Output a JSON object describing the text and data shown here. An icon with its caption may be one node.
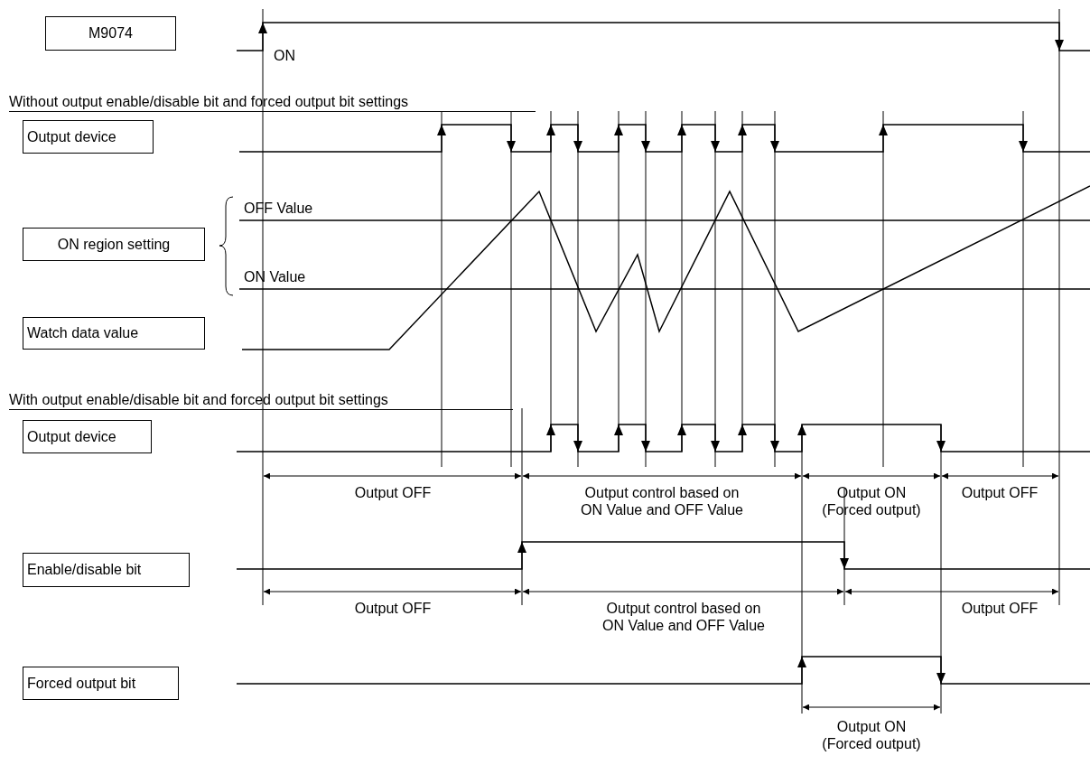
{
  "diagram": {
    "nodes": [
      {
        "text": [
          "M9074"
        ]
      },
      {
        "text": [
          "Output device"
        ]
      },
      {
        "text": [
          "ON region setting"
        ]
      },
      {
        "text": [
          "Watch data value"
        ]
      },
      {
        "text": [
          "Output device"
        ]
      },
      {
        "text": [
          "Enable/disable bit"
        ]
      },
      {
        "text": [
          "Forced output bit"
        ]
      }
    ],
    "labels": [
      "ON",
      "Without output enable/disable bit and forced output bit settings",
      "OFF Value",
      "ON Value",
      "With output enable/disable bit and forced output bit settings",
      "Output OFF",
      "Output control based on ON Value and OFF Value",
      "Output ON (Forced output)",
      "Output OFF",
      "Output OFF",
      "Output control based on ON Value and OFF Value",
      "Output OFF",
      "Output ON (Forced output)"
    ]
  }
}
